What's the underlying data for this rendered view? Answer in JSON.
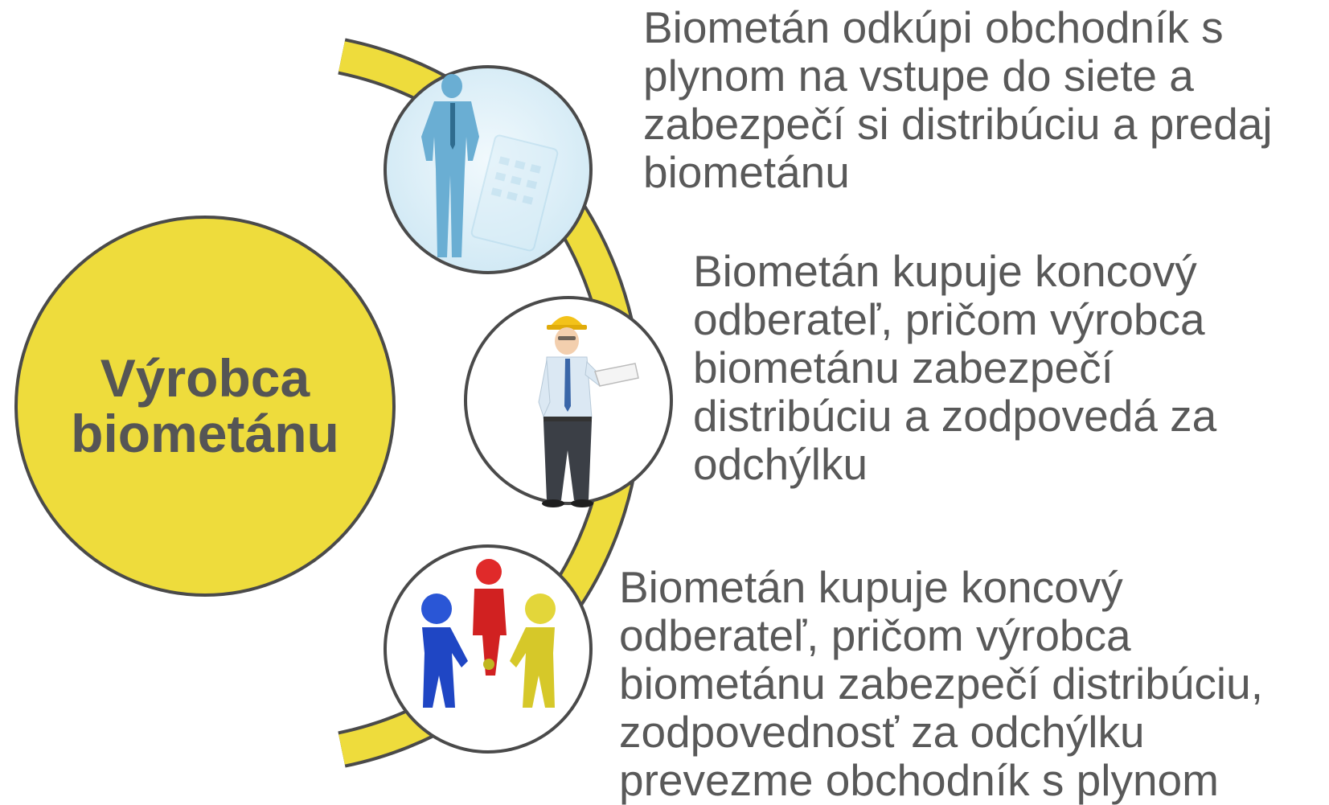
{
  "center": {
    "label": "Výrobca\nbiometánu",
    "fill": "#eedc3c"
  },
  "options": [
    {
      "icon": "businessman-icon",
      "text": "Biometán odkúpi obchodník s\nplynom na vstupe do siete a\nzabezpečí si distribúciu a predaj\nbiometánu"
    },
    {
      "icon": "engineer-with-blueprints-icon",
      "text": "Biometán kupuje koncový\nodberateľ, pričom výrobca\nbiometánu zabezpečí\ndistribúciu a zodpovedá za\nodchýlku"
    },
    {
      "icon": "team-circle-icon",
      "text": "Biometán kupuje koncový\nodberateľ, pričom výrobca\nbiometánu zabezpečí distribúciu,\nzodpovednosť za odchýlku\nprevezme obchodník s plynom"
    }
  ],
  "colors": {
    "arc": "#eedc3c",
    "outline": "#4a4a4a",
    "text": "#595959"
  }
}
